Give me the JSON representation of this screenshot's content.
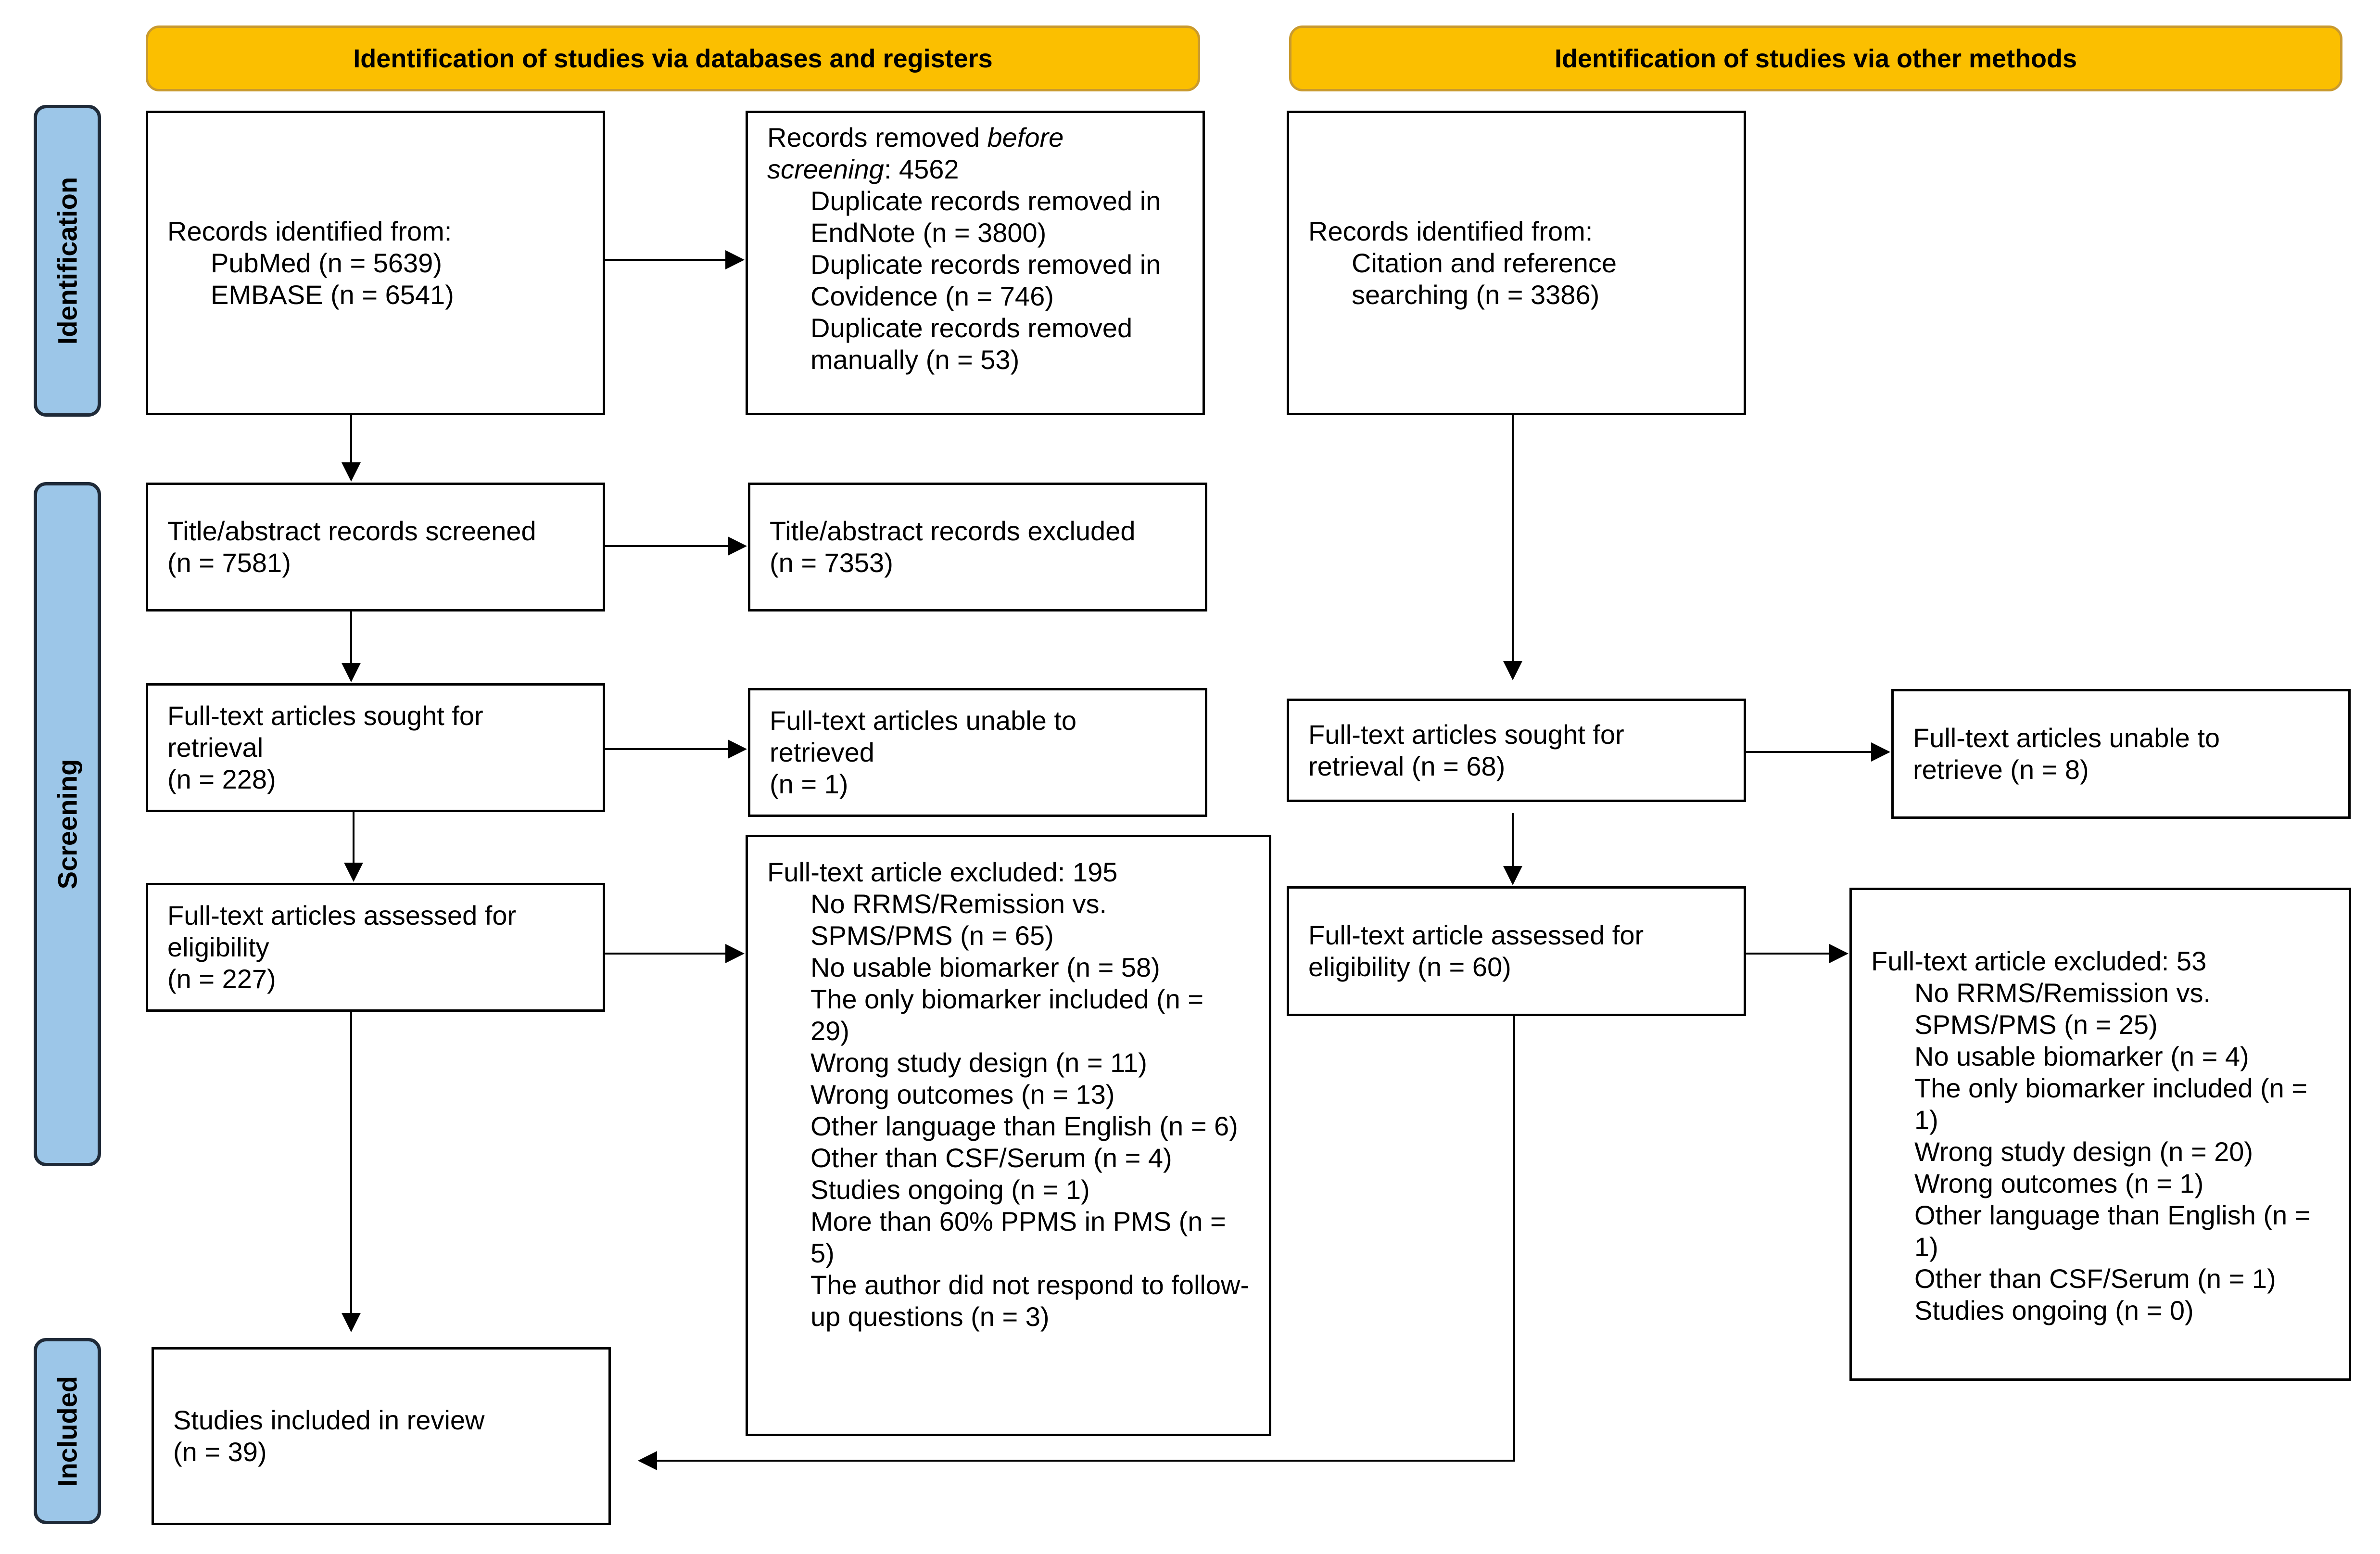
{
  "headers": {
    "databases": "Identification of studies via databases and registers",
    "other": "Identification of studies via other methods"
  },
  "phases": {
    "identification": "Identification",
    "screening": "Screening",
    "included": "Included"
  },
  "left": {
    "records_identified": {
      "title": "Records identified from:",
      "items": [
        "PubMed (n = 5639)",
        "EMBASE (n = 6541)"
      ]
    },
    "records_removed": {
      "title_prefix": "Records removed ",
      "title_italic": "before screening",
      "title_suffix": ": 4562",
      "items": [
        "Duplicate records removed in EndNote (n = 3800)",
        "Duplicate records removed in Covidence (n = 746)",
        "Duplicate records removed manually (n = 53)"
      ]
    },
    "screened": {
      "line1": "Title/abstract records screened",
      "line2": "(n = 7581)"
    },
    "excluded": {
      "line1": "Title/abstract records excluded",
      "line2": "(n = 7353)"
    },
    "sought": {
      "line1": "Full-text articles sought for",
      "line2": "retrieval",
      "line3": "(n = 228)"
    },
    "unable": {
      "line1": "Full-text articles unable to",
      "line2": "retrieved",
      "line3": "(n = 1)"
    },
    "assessed": {
      "line1": "Full-text articles assessed for",
      "line2": "eligibility",
      "line3": "(n = 227)"
    },
    "fulltext_excluded": {
      "title": "Full-text article excluded: 195",
      "items": [
        "No RRMS/Remission vs. SPMS/PMS (n = 65)",
        "No usable biomarker (n = 58)",
        "The only biomarker included (n = 29)",
        "Wrong study design (n = 11)",
        "Wrong outcomes (n = 13)",
        "Other language than English (n = 6)",
        "Other than CSF/Serum (n = 4)",
        "Studies ongoing (n = 1)",
        "More than 60% PPMS in PMS (n = 5)",
        "The author did not respond to follow-up questions (n = 3)"
      ]
    },
    "included": {
      "line1": "Studies included in review",
      "line2": "(n = 39)"
    }
  },
  "right": {
    "records_identified": {
      "title": "Records identified from:",
      "items": [
        "Citation and reference searching (n = 3386)"
      ]
    },
    "sought": {
      "line1": "Full-text articles sought for",
      "line2": "retrieval (n = 68)"
    },
    "unable": {
      "line1": "Full-text articles unable to",
      "line2": "retrieve (n = 8)"
    },
    "assessed": {
      "line1": "Full-text article assessed for",
      "line2": "eligibility (n = 60)"
    },
    "fulltext_excluded": {
      "title": "Full-text article excluded: 53",
      "items": [
        "No RRMS/Remission vs. SPMS/PMS (n = 25)",
        "No usable biomarker (n = 4)",
        "The only biomarker included (n = 1)",
        "Wrong study design (n = 20)",
        "Wrong outcomes (n = 1)",
        "Other language than English (n = 1)",
        "Other than CSF/Serum (n = 1)",
        "Studies ongoing (n = 0)"
      ]
    }
  }
}
